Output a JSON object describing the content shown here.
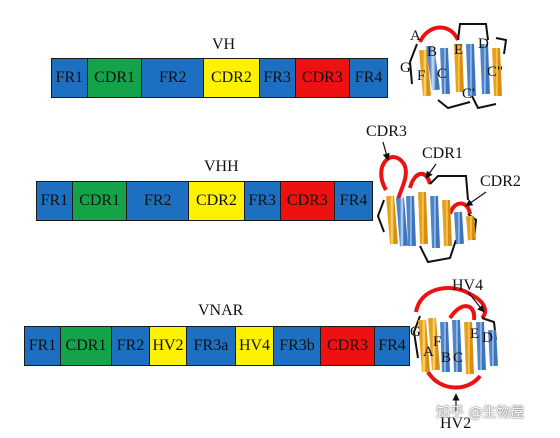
{
  "vh": {
    "title": "VH",
    "segments": [
      "FR1",
      "CDR1",
      "FR2",
      "CDR2",
      "FR3",
      "CDR3",
      "FR4"
    ],
    "strand_labels": {
      "A": "A",
      "B": "B",
      "G": "G",
      "F": "F",
      "C": "C",
      "E": "E",
      "D": "D",
      "Cpp": "C\"",
      "Cp": "C'"
    }
  },
  "vhh": {
    "title": "VHH",
    "segments": [
      "FR1",
      "CDR1",
      "FR2",
      "CDR2",
      "FR3",
      "CDR3",
      "FR4"
    ],
    "annotations": {
      "cdr3": "CDR3",
      "cdr1": "CDR1",
      "cdr2": "CDR2"
    }
  },
  "vnar": {
    "title": "VNAR",
    "segments": [
      "FR1",
      "CDR1",
      "FR2",
      "HV2",
      "FR3a",
      "HV4",
      "FR3b",
      "CDR3",
      "FR4"
    ],
    "annotations": {
      "hv4": "HV4",
      "hv2": "HV2"
    },
    "strand_labels": {
      "G": "G",
      "A": "A",
      "F": "F",
      "B": "B",
      "C": "C",
      "E": "E",
      "D": "D"
    }
  },
  "colors": {
    "fr": "#1d6fc2",
    "cdr1": "#15a34a",
    "cdr2": "#fff200",
    "cdr3": "#ee1111"
  },
  "watermark": "知乎 @生物屋"
}
